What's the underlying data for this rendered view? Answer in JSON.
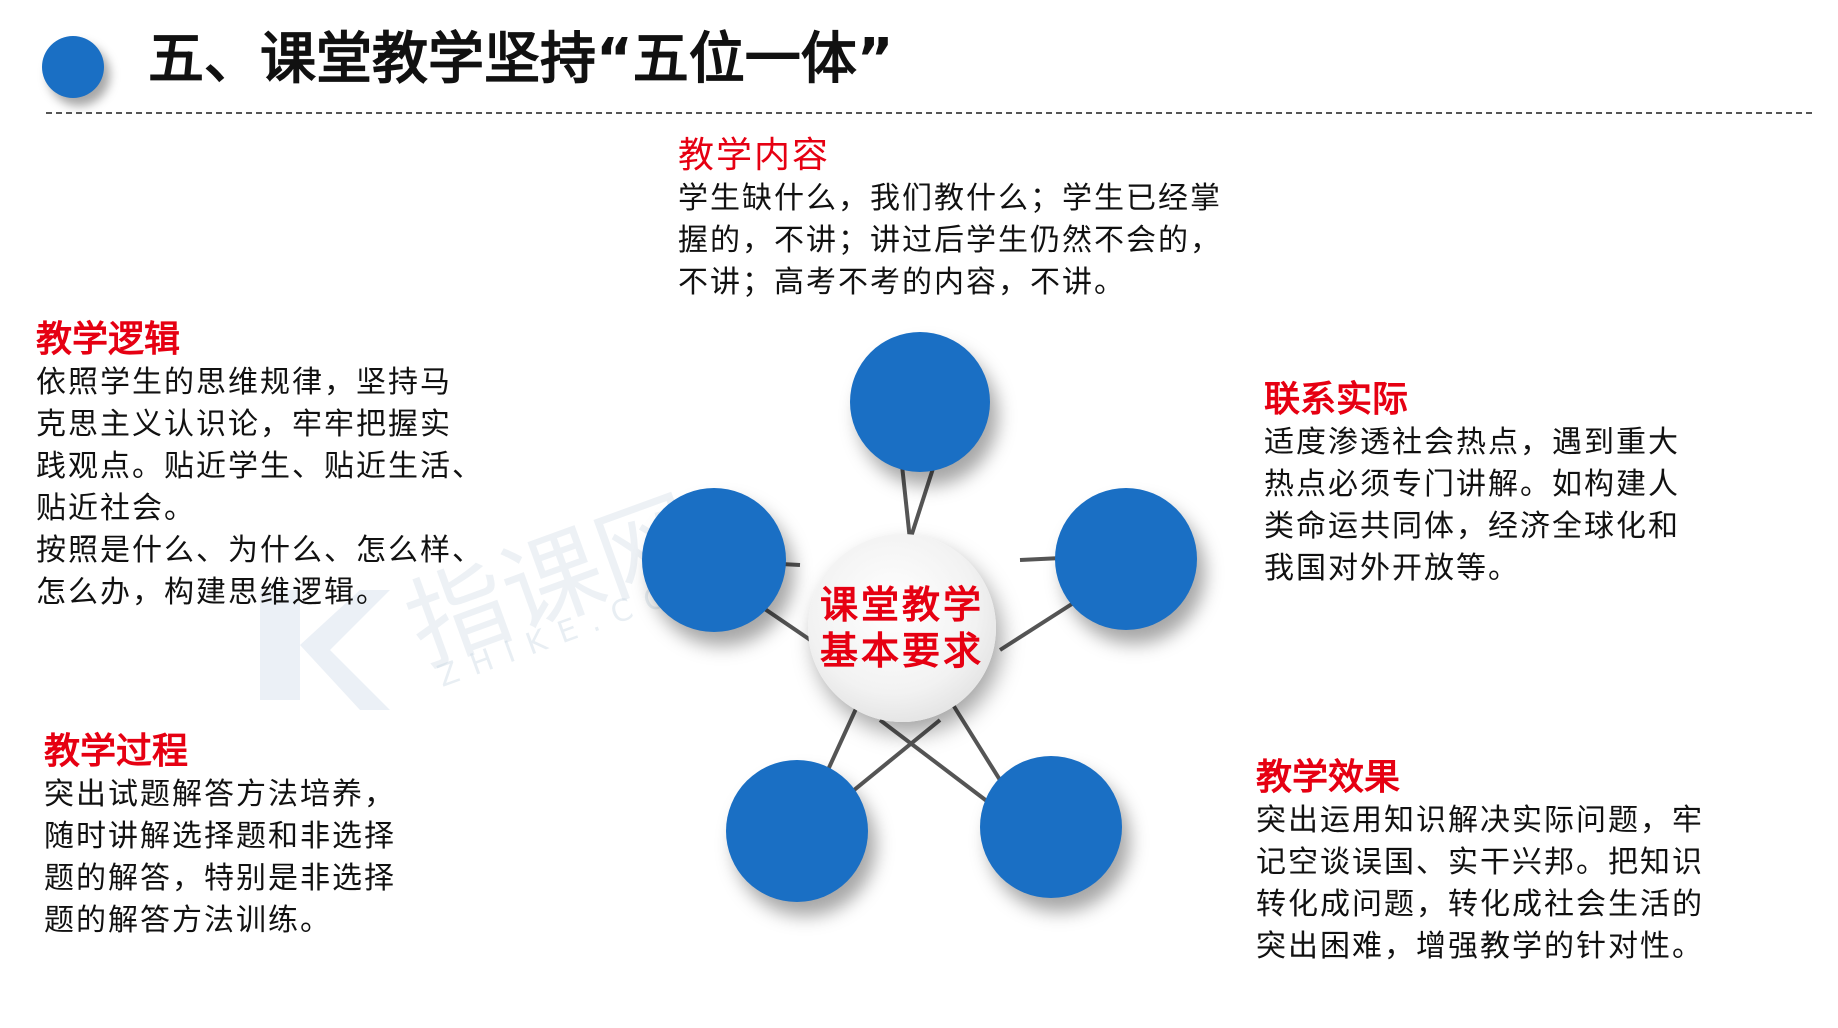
{
  "header": {
    "title": "五、课堂教学坚持“五位一体”",
    "accent_color": "#1a6fc4"
  },
  "center": {
    "line1": "课堂教学",
    "line2": "基本要求"
  },
  "blocks": {
    "content": {
      "heading": "教学内容",
      "lines": [
        "学生缺什么，我们教什么；学生已经掌",
        "握的，不讲；讲过后学生仍然不会的，",
        "不讲；高考不考的内容，不讲。"
      ]
    },
    "logic": {
      "heading": "教学逻辑",
      "lines": [
        "依照学生的思维规律，坚持马",
        "克思主义认识论，牢牢把握实",
        "践观点。贴近学生、贴近生活、",
        "贴近社会。",
        "按照是什么、为什么、怎么样、",
        "怎么办，构建思维逻辑。"
      ]
    },
    "practice": {
      "heading": "联系实际",
      "lines": [
        "适度渗透社会热点，遇到重大",
        "热点必须专门讲解。如构建人",
        "类命运共同体，经济全球化和",
        "我国对外开放等。"
      ]
    },
    "process": {
      "heading": "教学过程",
      "lines": [
        "突出试题解答方法培养，",
        "随时讲解选择题和非选择",
        "题的解答，特别是非选择",
        "题的解答方法训练。"
      ]
    },
    "effect": {
      "heading": "教学效果",
      "lines": [
        "突出运用知识解决实际问题，牢",
        "记空谈误国、实干兴邦。把知识",
        "转化成问题，转化成社会生活的",
        "突出困难，增强教学的针对性。"
      ]
    }
  },
  "watermark": {
    "text": "指课网",
    "sub": "ZHIKE.COM"
  },
  "colors": {
    "heading_red": "#e60012",
    "node_blue": "#1a6fc4",
    "connector_gray": "#555555"
  }
}
